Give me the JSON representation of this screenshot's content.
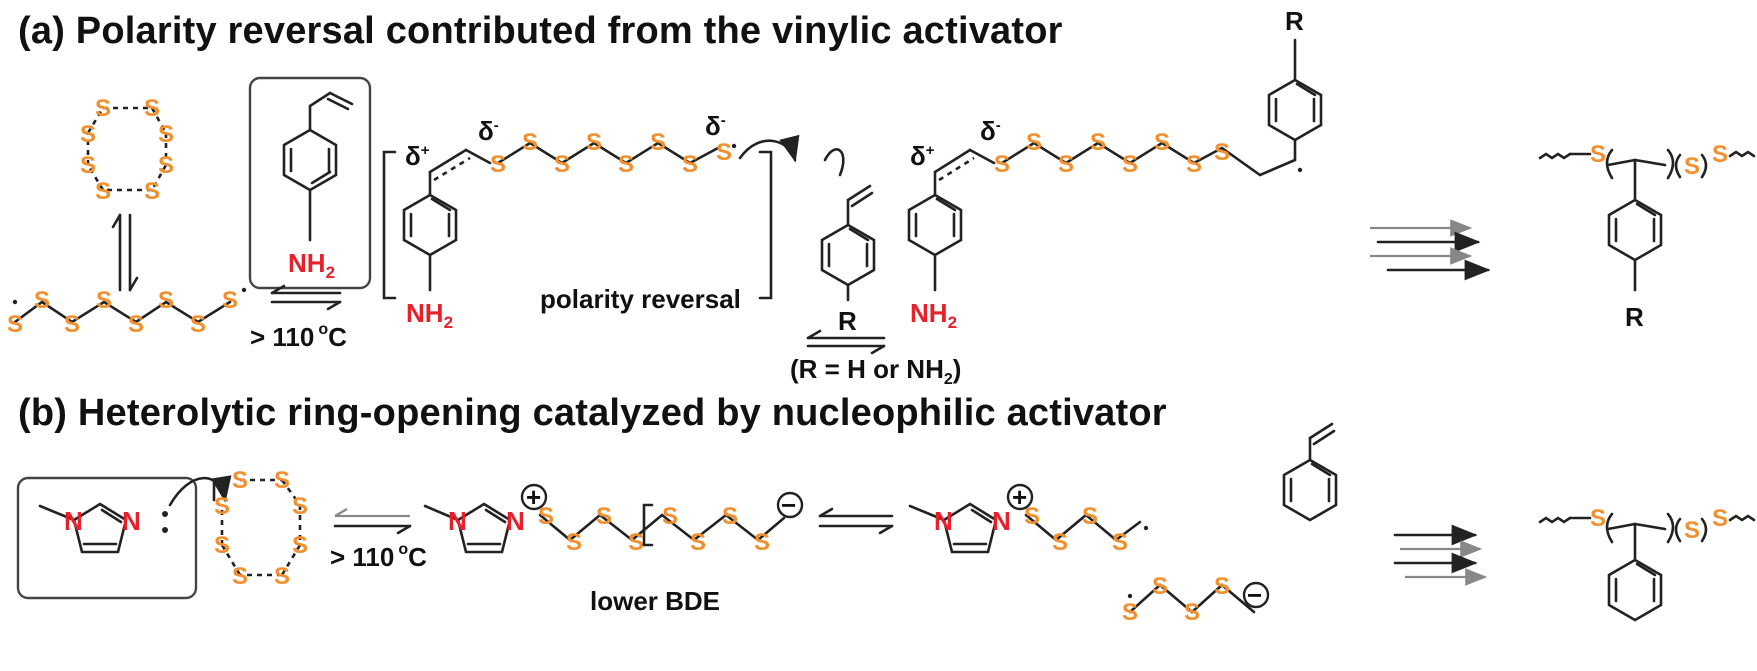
{
  "panel_a": {
    "title": "(a) Polarity reversal contributed from the vinylic activator",
    "s8_atom": "S",
    "amine": "NH",
    "amine_sub": "2",
    "temperature_a": "> 110",
    "temperature_unit_a": "C",
    "degree": "o",
    "delta_plus": "δ",
    "delta_minus": "δ",
    "plus_sign": "+",
    "minus_sign": "-",
    "polarity_label": "polarity reversal",
    "r_label": "R",
    "r_definition": "(R = H or NH",
    "r_definition_sub": "2",
    "r_definition_end": ")"
  },
  "panel_b": {
    "title": "(b) Heterolytic ring-opening catalyzed by nucleophilic activator",
    "nitrogen": "N",
    "temperature_b": "> 110",
    "temperature_unit_b": "C",
    "bde_label": "lower BDE",
    "plus_circle": "+",
    "minus_circle": "−"
  },
  "colors": {
    "sulfur": "#f0902e",
    "nitrogen_amine": "#e8202a",
    "bonds": "#222222",
    "frame": "#444444"
  }
}
